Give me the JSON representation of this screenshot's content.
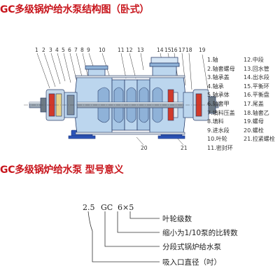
{
  "titles": {
    "structure": "GC多级锅炉给水泵结构图（卧式）",
    "model": "GC多级锅炉给水泵 型号意义"
  },
  "diagram": {
    "top_numbers": [
      "1",
      "2",
      "3",
      "4",
      "5",
      "6",
      "7",
      "8",
      "9",
      "10",
      "11",
      "12",
      "13",
      "14",
      "15",
      "16",
      "17",
      "18",
      "19"
    ],
    "bottom_numbers": [
      "20",
      "21"
    ]
  },
  "legend": {
    "left": [
      "1.轴",
      "2.轴套螺母",
      "3.轴承盖",
      "4.轴承",
      "5.轴承体",
      "6.轴套甲",
      "7.填料压盖",
      "8.填料",
      "9.进水段",
      "10.叶轮",
      "11.密封环"
    ],
    "right": [
      "12.中段",
      "13.回水管",
      "14.出水段",
      "15.平衡环",
      "16.平衡盘",
      "17.尾盖",
      "18.轴套乙",
      "19.螺母",
      "20.螺栓",
      "21.拉紧螺栓"
    ]
  },
  "model_code": {
    "tokens": [
      "2.5",
      "GC",
      "6×5"
    ],
    "labels": [
      "叶轮级数",
      "缩小为1/10泵的比转数",
      "分段式锅炉给水泵",
      "吸入口直径（吋）"
    ]
  },
  "colors": {
    "title": "#c8161d",
    "casing": "#bcd6ee",
    "casing_dark": "#5f87b5",
    "shaft": "#9aa6b2",
    "outline": "#2b3f6b",
    "base": "#2c54b8",
    "red_part": "#d13a2a"
  }
}
